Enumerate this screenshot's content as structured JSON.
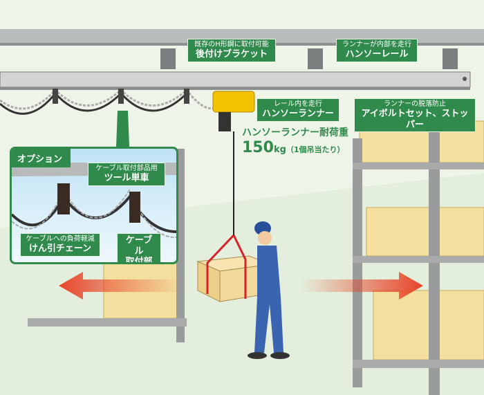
{
  "labels": {
    "bracket": {
      "sub": "既存のH形鋼に取付可能",
      "main": "後付けブラケット"
    },
    "rail": {
      "sub": "ランナーが内部を走行",
      "main": "ハンソーレール"
    },
    "runner": {
      "sub": "レール内を走行",
      "main": "ハンソーランナー"
    },
    "stopper": {
      "sub": "ランナーの脱落防止",
      "main": "アイボルトセット、ストッパー"
    }
  },
  "load_capacity": {
    "title": "ハンソーランナー耐荷重",
    "value": "150",
    "unit": "kg",
    "note": "（1個吊当たり）"
  },
  "option_panel": {
    "title": "オプション",
    "trolley": {
      "sub": "ケーブル取付部品用",
      "main": "ツール単車"
    },
    "chain": {
      "sub": "ケーブルへの負荷軽減",
      "main": "けん引チェーン"
    },
    "fitting": {
      "line1": "ケーブル",
      "line2": "取付部品"
    }
  },
  "colors": {
    "label_green": "#2f8a4c",
    "hoist_yellow": "#f5c200",
    "arrow_red": "#e8452a",
    "sling_red": "#d8202a"
  }
}
